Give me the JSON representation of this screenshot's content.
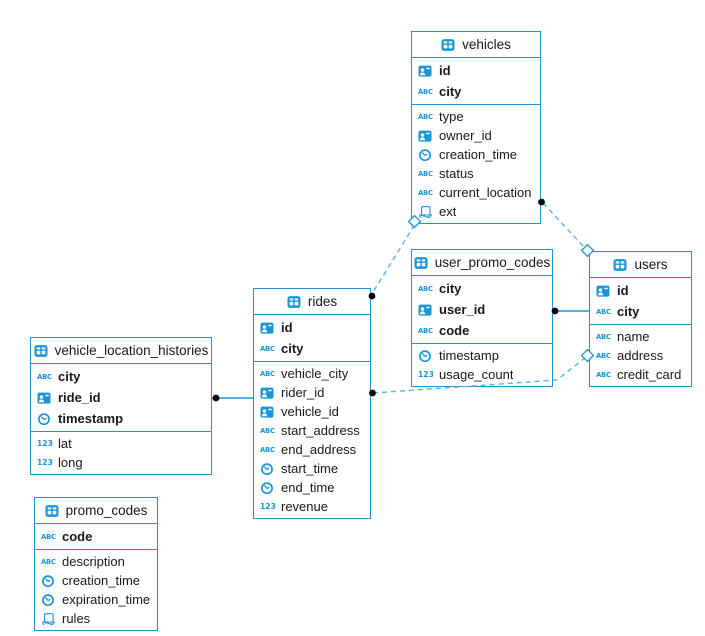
{
  "diagram": {
    "kind": "entity-relationship-diagram",
    "colors": {
      "table_border": "#1a95d6",
      "dashed_relation": "#5fb2e4",
      "solid_relation": "#1a95d6",
      "relation_dot": "#000000",
      "text": "#17181a",
      "background": "#ffffff"
    }
  },
  "tables": [
    {
      "name": "vehicles",
      "icon": "table-grid-icon",
      "primary_fields": [
        {
          "name": "id",
          "icon": "uuid-icon"
        },
        {
          "name": "city",
          "icon": "text-icon"
        }
      ],
      "fields": [
        {
          "name": "type",
          "icon": "text-icon"
        },
        {
          "name": "owner_id",
          "icon": "uuid-icon"
        },
        {
          "name": "creation_time",
          "icon": "timestamp-icon"
        },
        {
          "name": "status",
          "icon": "text-icon"
        },
        {
          "name": "current_location",
          "icon": "text-icon"
        },
        {
          "name": "ext",
          "icon": "json-icon"
        }
      ]
    },
    {
      "name": "user_promo_codes",
      "icon": "table-grid-icon",
      "primary_fields": [
        {
          "name": "city",
          "icon": "text-icon"
        },
        {
          "name": "user_id",
          "icon": "uuid-icon"
        },
        {
          "name": "code",
          "icon": "text-icon"
        }
      ],
      "fields": [
        {
          "name": "timestamp",
          "icon": "timestamp-icon"
        },
        {
          "name": "usage_count",
          "icon": "number-icon"
        }
      ]
    },
    {
      "name": "users",
      "icon": "table-grid-icon",
      "primary_fields": [
        {
          "name": "id",
          "icon": "uuid-icon"
        },
        {
          "name": "city",
          "icon": "text-icon"
        }
      ],
      "fields": [
        {
          "name": "name",
          "icon": "text-icon"
        },
        {
          "name": "address",
          "icon": "text-icon"
        },
        {
          "name": "credit_card",
          "icon": "text-icon"
        }
      ]
    },
    {
      "name": "rides",
      "icon": "table-grid-icon",
      "primary_fields": [
        {
          "name": "id",
          "icon": "uuid-icon"
        },
        {
          "name": "city",
          "icon": "text-icon"
        }
      ],
      "fields": [
        {
          "name": "vehicle_city",
          "icon": "text-icon"
        },
        {
          "name": "rider_id",
          "icon": "uuid-icon"
        },
        {
          "name": "vehicle_id",
          "icon": "uuid-icon"
        },
        {
          "name": "start_address",
          "icon": "text-icon"
        },
        {
          "name": "end_address",
          "icon": "text-icon"
        },
        {
          "name": "start_time",
          "icon": "timestamp-icon"
        },
        {
          "name": "end_time",
          "icon": "timestamp-icon"
        },
        {
          "name": "revenue",
          "icon": "number-icon"
        }
      ]
    },
    {
      "name": "vehicle_location_histories",
      "icon": "table-grid-icon",
      "primary_fields": [
        {
          "name": "city",
          "icon": "text-icon"
        },
        {
          "name": "ride_id",
          "icon": "uuid-icon"
        },
        {
          "name": "timestamp",
          "icon": "timestamp-icon"
        }
      ],
      "fields": [
        {
          "name": "lat",
          "icon": "number-icon"
        },
        {
          "name": "long",
          "icon": "number-icon"
        }
      ]
    },
    {
      "name": "promo_codes",
      "icon": "table-grid-icon",
      "primary_fields": [
        {
          "name": "code",
          "icon": "text-icon"
        }
      ],
      "fields": [
        {
          "name": "description",
          "icon": "text-icon"
        },
        {
          "name": "creation_time",
          "icon": "timestamp-icon"
        },
        {
          "name": "expiration_time",
          "icon": "timestamp-icon"
        },
        {
          "name": "rules",
          "icon": "json-icon"
        }
      ]
    }
  ],
  "relations": [
    {
      "from": "vehicles",
      "to": "rides",
      "style": "dashed",
      "from_marker": "diamond",
      "to_marker": "dot"
    },
    {
      "from": "vehicles",
      "to": "users",
      "style": "dashed",
      "from_marker": "dot",
      "to_marker": "diamond"
    },
    {
      "from": "user_promo_codes",
      "to": "users",
      "style": "solid",
      "from_marker": "dot",
      "to_marker": "none"
    },
    {
      "from": "rides",
      "to": "users",
      "style": "dashed",
      "from_marker": "dot",
      "to_marker": "diamond"
    },
    {
      "from": "vehicle_location_histories",
      "to": "rides",
      "style": "solid",
      "from_marker": "dot",
      "to_marker": "none"
    }
  ]
}
